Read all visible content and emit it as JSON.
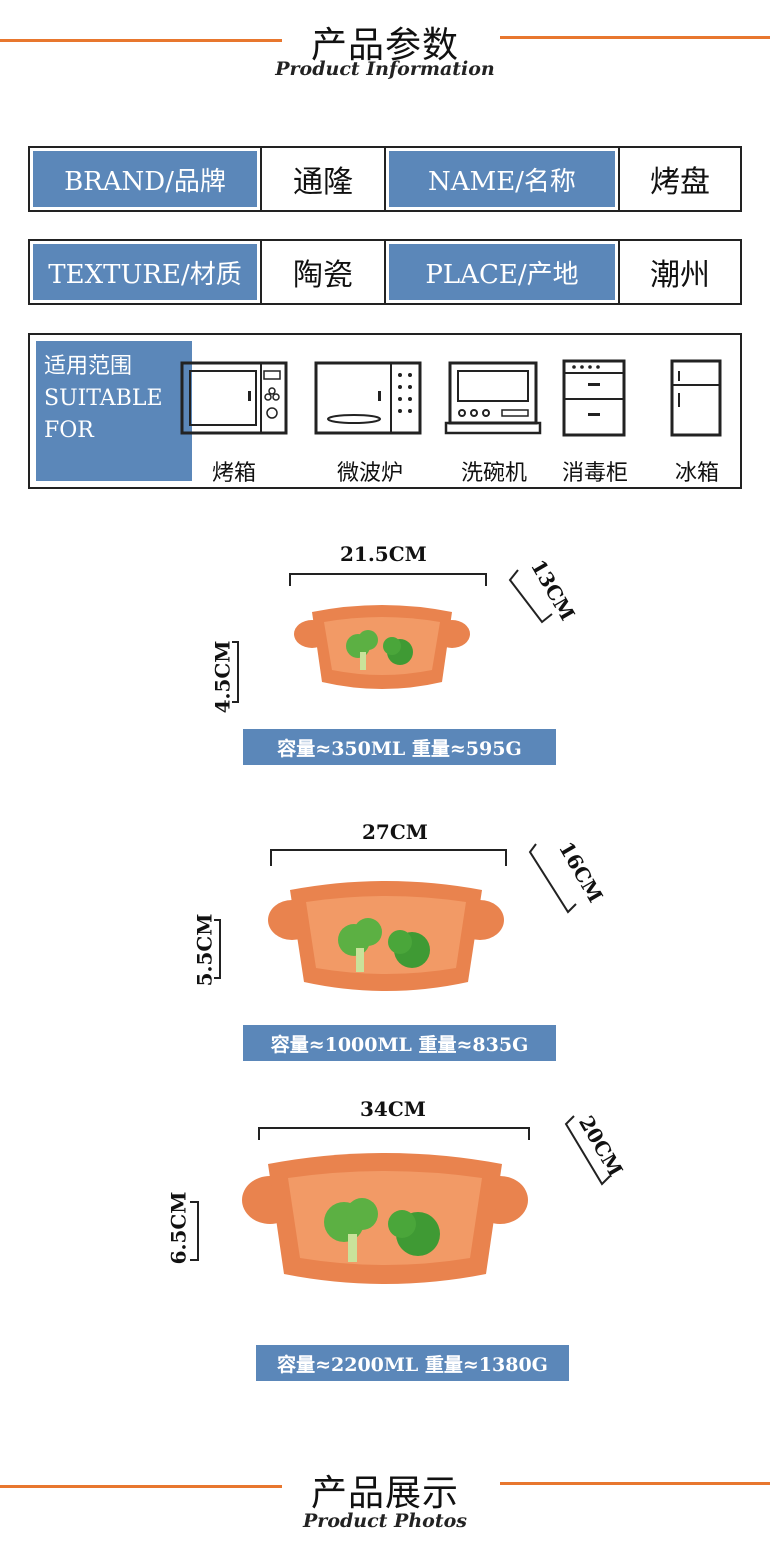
{
  "header": {
    "title": "产品参数",
    "subtitle": "Product Information",
    "accent": "#e8772e"
  },
  "params": {
    "row1": {
      "brand_label": "BRAND/品牌",
      "brand_value": "通隆",
      "name_label": "NAME/名称",
      "name_value": "烤盘"
    },
    "row2": {
      "texture_label": "TEXTURE/材质",
      "texture_value": "陶瓷",
      "place_label": "PLACE/产地",
      "place_value": "潮州"
    },
    "label_color": "#5b87b9"
  },
  "suitable": {
    "label_cn": "适用范围",
    "label_en_1": "SUITABLE",
    "label_en_2": "FOR",
    "items": [
      {
        "label": "烤箱",
        "icon": "oven-icon"
      },
      {
        "label": "微波炉",
        "icon": "microwave-icon"
      },
      {
        "label": "洗碗机",
        "icon": "dishwasher-icon"
      },
      {
        "label": "消毒柜",
        "icon": "disinfection-cabinet-icon"
      },
      {
        "label": "冰箱",
        "icon": "fridge-icon"
      }
    ]
  },
  "sizes": [
    {
      "length": "21.5CM",
      "width": "13CM",
      "height": "4.5CM",
      "spec": "容量≈350ML 重量≈595G"
    },
    {
      "length": "27CM",
      "width": "16CM",
      "height": "5.5CM",
      "spec": "容量≈1000ML 重量≈835G"
    },
    {
      "length": "34CM",
      "width": "20CM",
      "height": "6.5CM",
      "spec": "容量≈2200ML 重量≈1380G"
    }
  ],
  "footer": {
    "title": "产品展示",
    "subtitle": "Product Photos"
  },
  "colors": {
    "dish": "#e9834e",
    "broccoli": "#4aa63a"
  }
}
